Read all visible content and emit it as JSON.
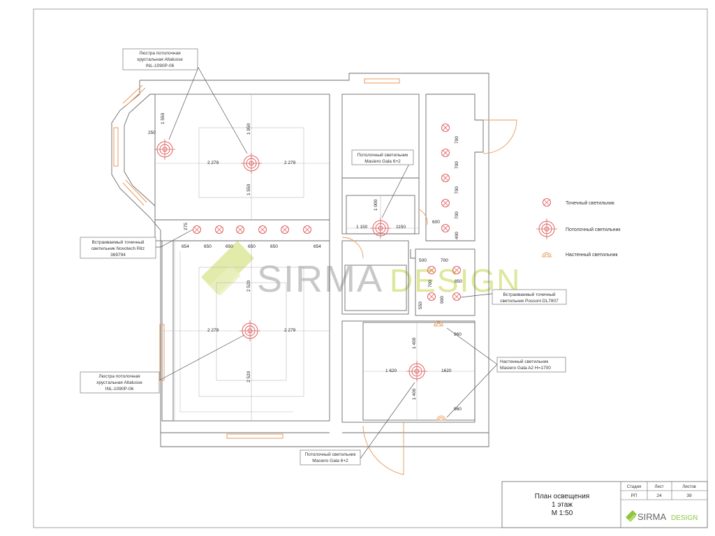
{
  "callouts": {
    "chandelier_top": [
      "Люстра потолочная",
      "хрустальная Altalusse",
      "INL-1090P-06"
    ],
    "chandelier_bottom": [
      "Люстра потолочная",
      "хрустальная Altalusse",
      "INL-1090P-06"
    ],
    "recessed_novotech": [
      "Встраиваемый точечный",
      "светильник Novotech Ritz",
      "369794"
    ],
    "ceiling_masiero_top": [
      "Потолочный светильник",
      "Masiero Gala 6+2"
    ],
    "ceiling_masiero_bottom": [
      "Потолочный светильник",
      "Masiero Gala 6+2"
    ],
    "recessed_possoni": [
      "Встраиваемый точечный",
      "светильник Possoni DL7807"
    ],
    "wall_masiero": [
      "Настенный светильник",
      "Masiero Gala A2 H=1700"
    ]
  },
  "legend": {
    "spot": "Точечный светильник",
    "ceiling": "Потолочный светильник",
    "wall": "Настенный светильник"
  },
  "dimensions": {
    "top_1550": "1 550",
    "top_250": "250",
    "top_1950": "1 950",
    "top_2279_left": "2 279",
    "top_2279_right": "2 279",
    "top_1550_below": "1 550",
    "strip_275": "275",
    "strip_654_left": "654",
    "strip_650_a": "650",
    "strip_650_b": "650",
    "strip_650_c": "650",
    "strip_650_d": "650",
    "strip_654_right": "654",
    "bot_2520_top": "2 520",
    "bot_2279_left": "2 279",
    "bot_2279_right": "2 279",
    "bot_2520_bottom": "2 520",
    "hall_1000": "1 000",
    "hall_1150_left": "1 150",
    "hall_1150_right": "1150",
    "corr_700_1": "700",
    "corr_700_2": "700",
    "corr_700_3": "700",
    "corr_700_4": "700",
    "corr_600": "600",
    "corr_400": "400",
    "bath_500": "500",
    "bath_700_top": "700",
    "bath_850": "850",
    "bath_700_side": "700",
    "bath_900": "900",
    "bath_550": "550",
    "room_960_top": "960",
    "room_1400_top": "1 400",
    "room_1620_left": "1 620",
    "room_1620_right": "1620",
    "room_1400_bottom": "1 400",
    "room_960_bottom": "960"
  },
  "watermark": {
    "brand": "SIRMA",
    "suffix": "DESIGN"
  },
  "title_block": {
    "title": "План освещения",
    "floor": "1 этаж",
    "scale": "М 1:50",
    "col_stage": "Стадия",
    "col_sheet": "Лист",
    "col_sheets": "Листов",
    "stage_value": "РП",
    "sheet_value": "24",
    "sheets_value": "39",
    "logo_brand": "SIRMA",
    "logo_suffix": "DESIGN"
  },
  "colors": {
    "fixture": "#e06060",
    "window": "#e89a5a",
    "wall_line": "#6a6a6a",
    "watermark_gray": "#c8c8c8",
    "watermark_green": "#dde89a",
    "logo_green": "#8cc63f"
  }
}
